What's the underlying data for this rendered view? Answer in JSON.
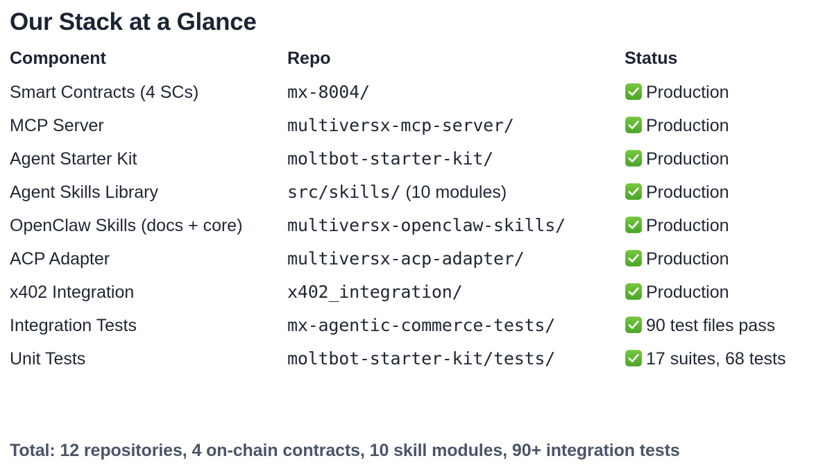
{
  "title": "Our Stack at a Glance",
  "table": {
    "headers": {
      "component": "Component",
      "repo": "Repo",
      "status": "Status"
    },
    "rows": [
      {
        "component": "Smart Contracts (4 SCs)",
        "repo": "mx-8004/",
        "repo_note": "",
        "status_icon": "green-check-icon",
        "status": "Production"
      },
      {
        "component": "MCP Server",
        "repo": "multiversx-mcp-server/",
        "repo_note": "",
        "status_icon": "green-check-icon",
        "status": "Production"
      },
      {
        "component": "Agent Starter Kit",
        "repo": "moltbot-starter-kit/",
        "repo_note": "",
        "status_icon": "green-check-icon",
        "status": "Production"
      },
      {
        "component": "Agent Skills Library",
        "repo": "src/skills/",
        "repo_note": " (10 modules)",
        "status_icon": "green-check-icon",
        "status": "Production"
      },
      {
        "component": "OpenClaw Skills (docs + core)",
        "repo": "multiversx-openclaw-skills/",
        "repo_note": "",
        "status_icon": "green-check-icon",
        "status": "Production"
      },
      {
        "component": "ACP Adapter",
        "repo": "multiversx-acp-adapter/",
        "repo_note": "",
        "status_icon": "green-check-icon",
        "status": "Production"
      },
      {
        "component": "x402 Integration",
        "repo": "x402_integration/",
        "repo_note": "",
        "status_icon": "green-check-icon",
        "status": "Production"
      },
      {
        "component": "Integration Tests",
        "repo": "mx-agentic-commerce-tests/",
        "repo_note": "",
        "status_icon": "green-check-icon",
        "status": "90 test files pass"
      },
      {
        "component": "Unit Tests",
        "repo": "moltbot-starter-kit/tests/",
        "repo_note": "",
        "status_icon": "green-check-icon",
        "status": "17 suites, 68 tests"
      }
    ]
  },
  "footer": {
    "total": "Total: 12 repositories, 4 on-chain contracts, 10 skill modules, 90+ integration tests"
  },
  "colors": {
    "title": "#1c2333",
    "body_text": "#1f2633",
    "footer_text": "#4a5568",
    "check_green": "#5cb531",
    "background": "#ffffff"
  }
}
